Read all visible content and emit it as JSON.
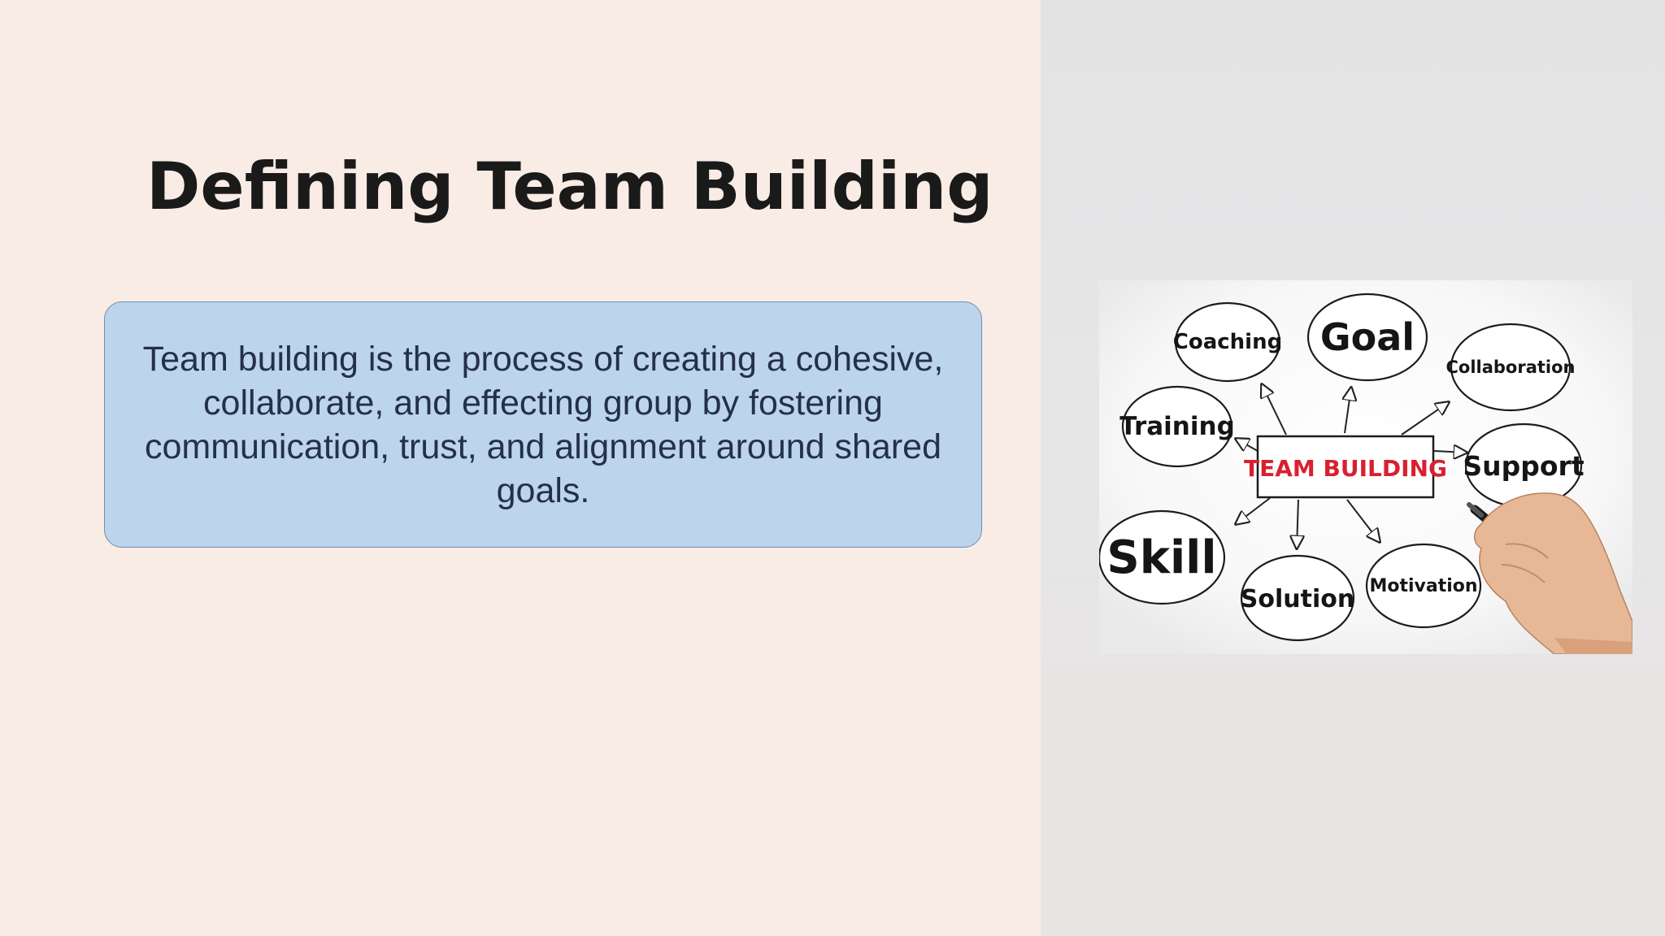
{
  "slide": {
    "title": "Defining Team Building",
    "body": "Team building is the process of creating a cohesive, collaborate, and effecting group by fostering communication, trust, and alignment around shared goals.",
    "colors": {
      "left_background": "#f8ece5",
      "right_background": "#e5e5e6",
      "callout_fill": "#bcd5ec",
      "callout_border": "#6f8fae",
      "title_text": "#1a1a1a",
      "body_text": "#25304a",
      "center_label": "#d9202f"
    }
  },
  "mind_map": {
    "center": "TEAM BUILDING",
    "nodes": {
      "coaching": "Coaching",
      "goal": "Goal",
      "collaboration": "Collaboration",
      "training": "Training",
      "support": "Support",
      "skill": "Skill",
      "solution": "Solution",
      "motivation": "Motivation"
    },
    "hand_icon": "hand-holding-marker-icon"
  }
}
